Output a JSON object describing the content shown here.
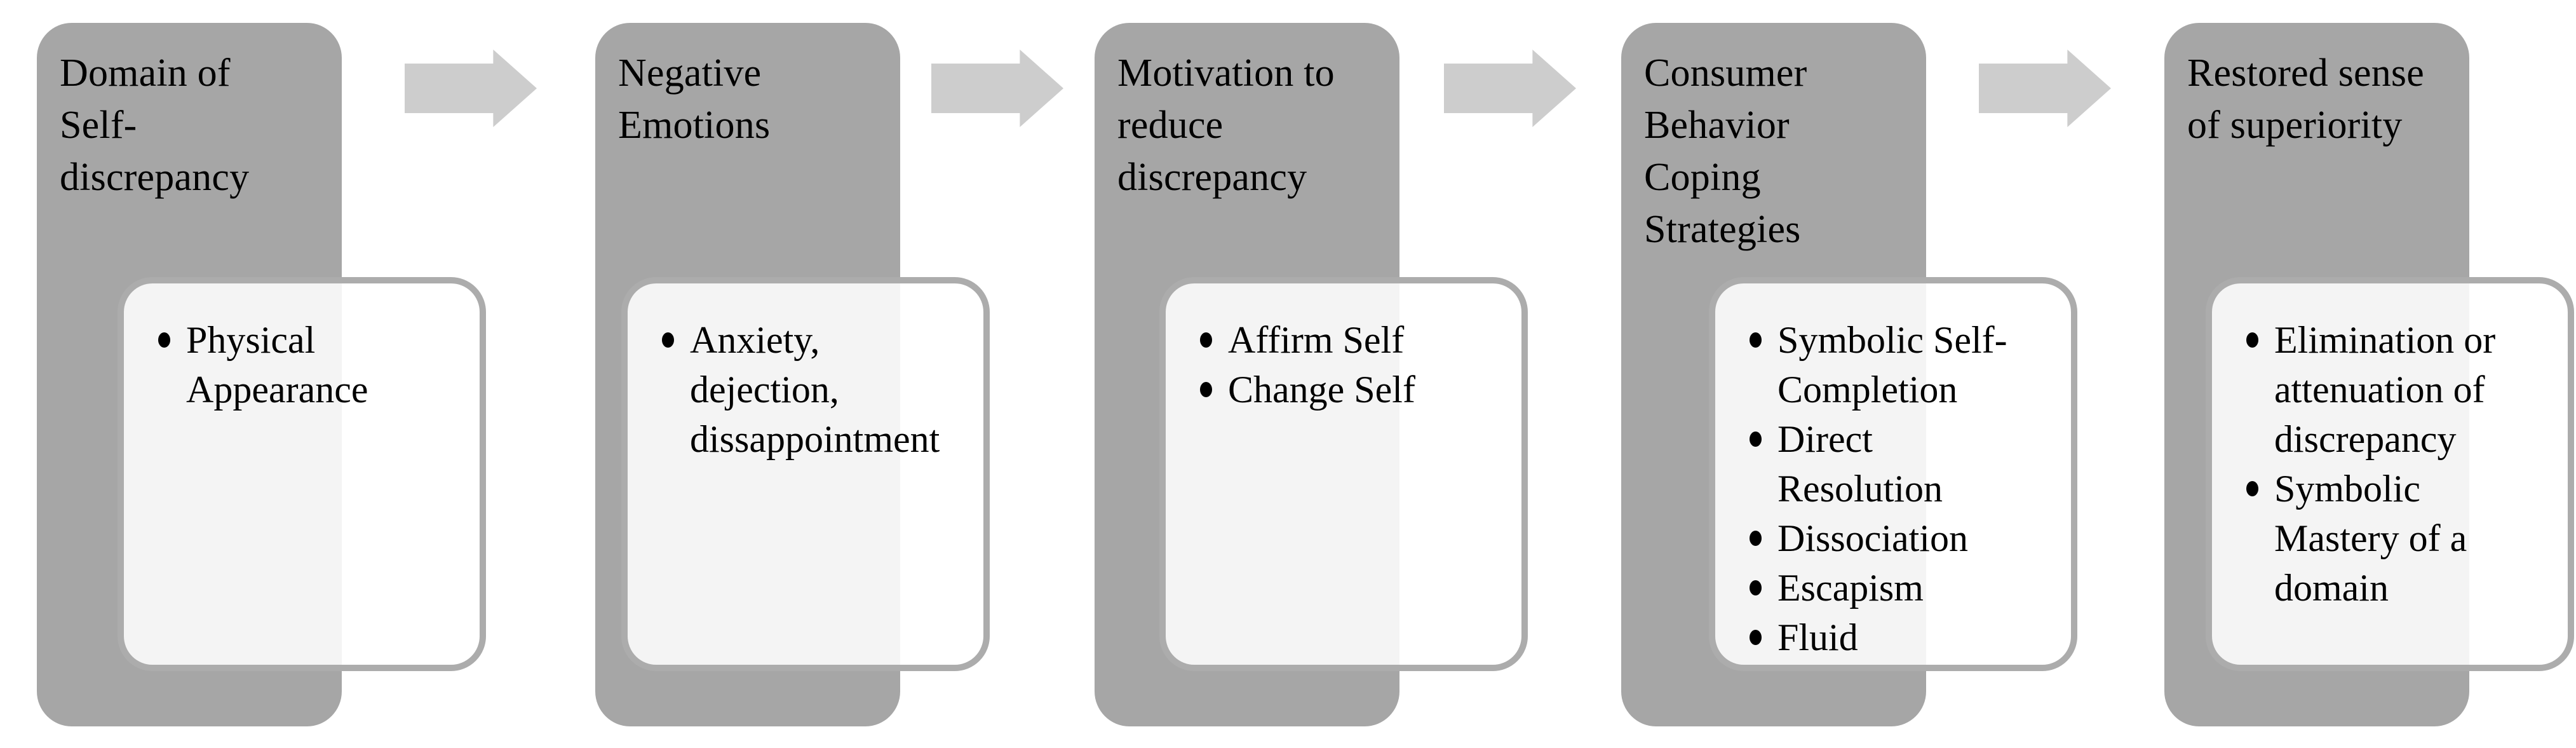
{
  "diagram": {
    "description": "Five-stage self-discrepancy consumer coping process flow",
    "bullet_icon": "filled-circle",
    "arrow_icon": "right-block-arrow",
    "colors": {
      "stage_box_gray": "#a6a6a6",
      "panel_fill_over_gray": "#f4f4f4",
      "panel_fill_over_white": "#ffffff",
      "panel_border_gray": "#acacac",
      "arrow_gray": "#cdcdcd",
      "text": "#000000",
      "background": "#ffffff"
    },
    "steps": [
      {
        "title": "Domain of Self-discrepancy",
        "bullets": [
          "Physical Appearance"
        ]
      },
      {
        "title": "Negative Emotions",
        "bullets": [
          "Anxiety, dejection, dissappointment"
        ]
      },
      {
        "title": "Motivation to reduce discrepancy",
        "bullets": [
          "Affirm Self",
          "Change Self"
        ]
      },
      {
        "title": "Consumer Behavior Coping Strategies",
        "bullets": [
          "Symbolic Self-Completion",
          "Direct Resolution",
          "Dissociation",
          "Escapism",
          "Fluid"
        ]
      },
      {
        "title": "Restored sense of superiority",
        "bullets": [
          "Elimination or attenuation of discrepancy",
          "Symbolic Mastery of a domain"
        ]
      }
    ]
  }
}
